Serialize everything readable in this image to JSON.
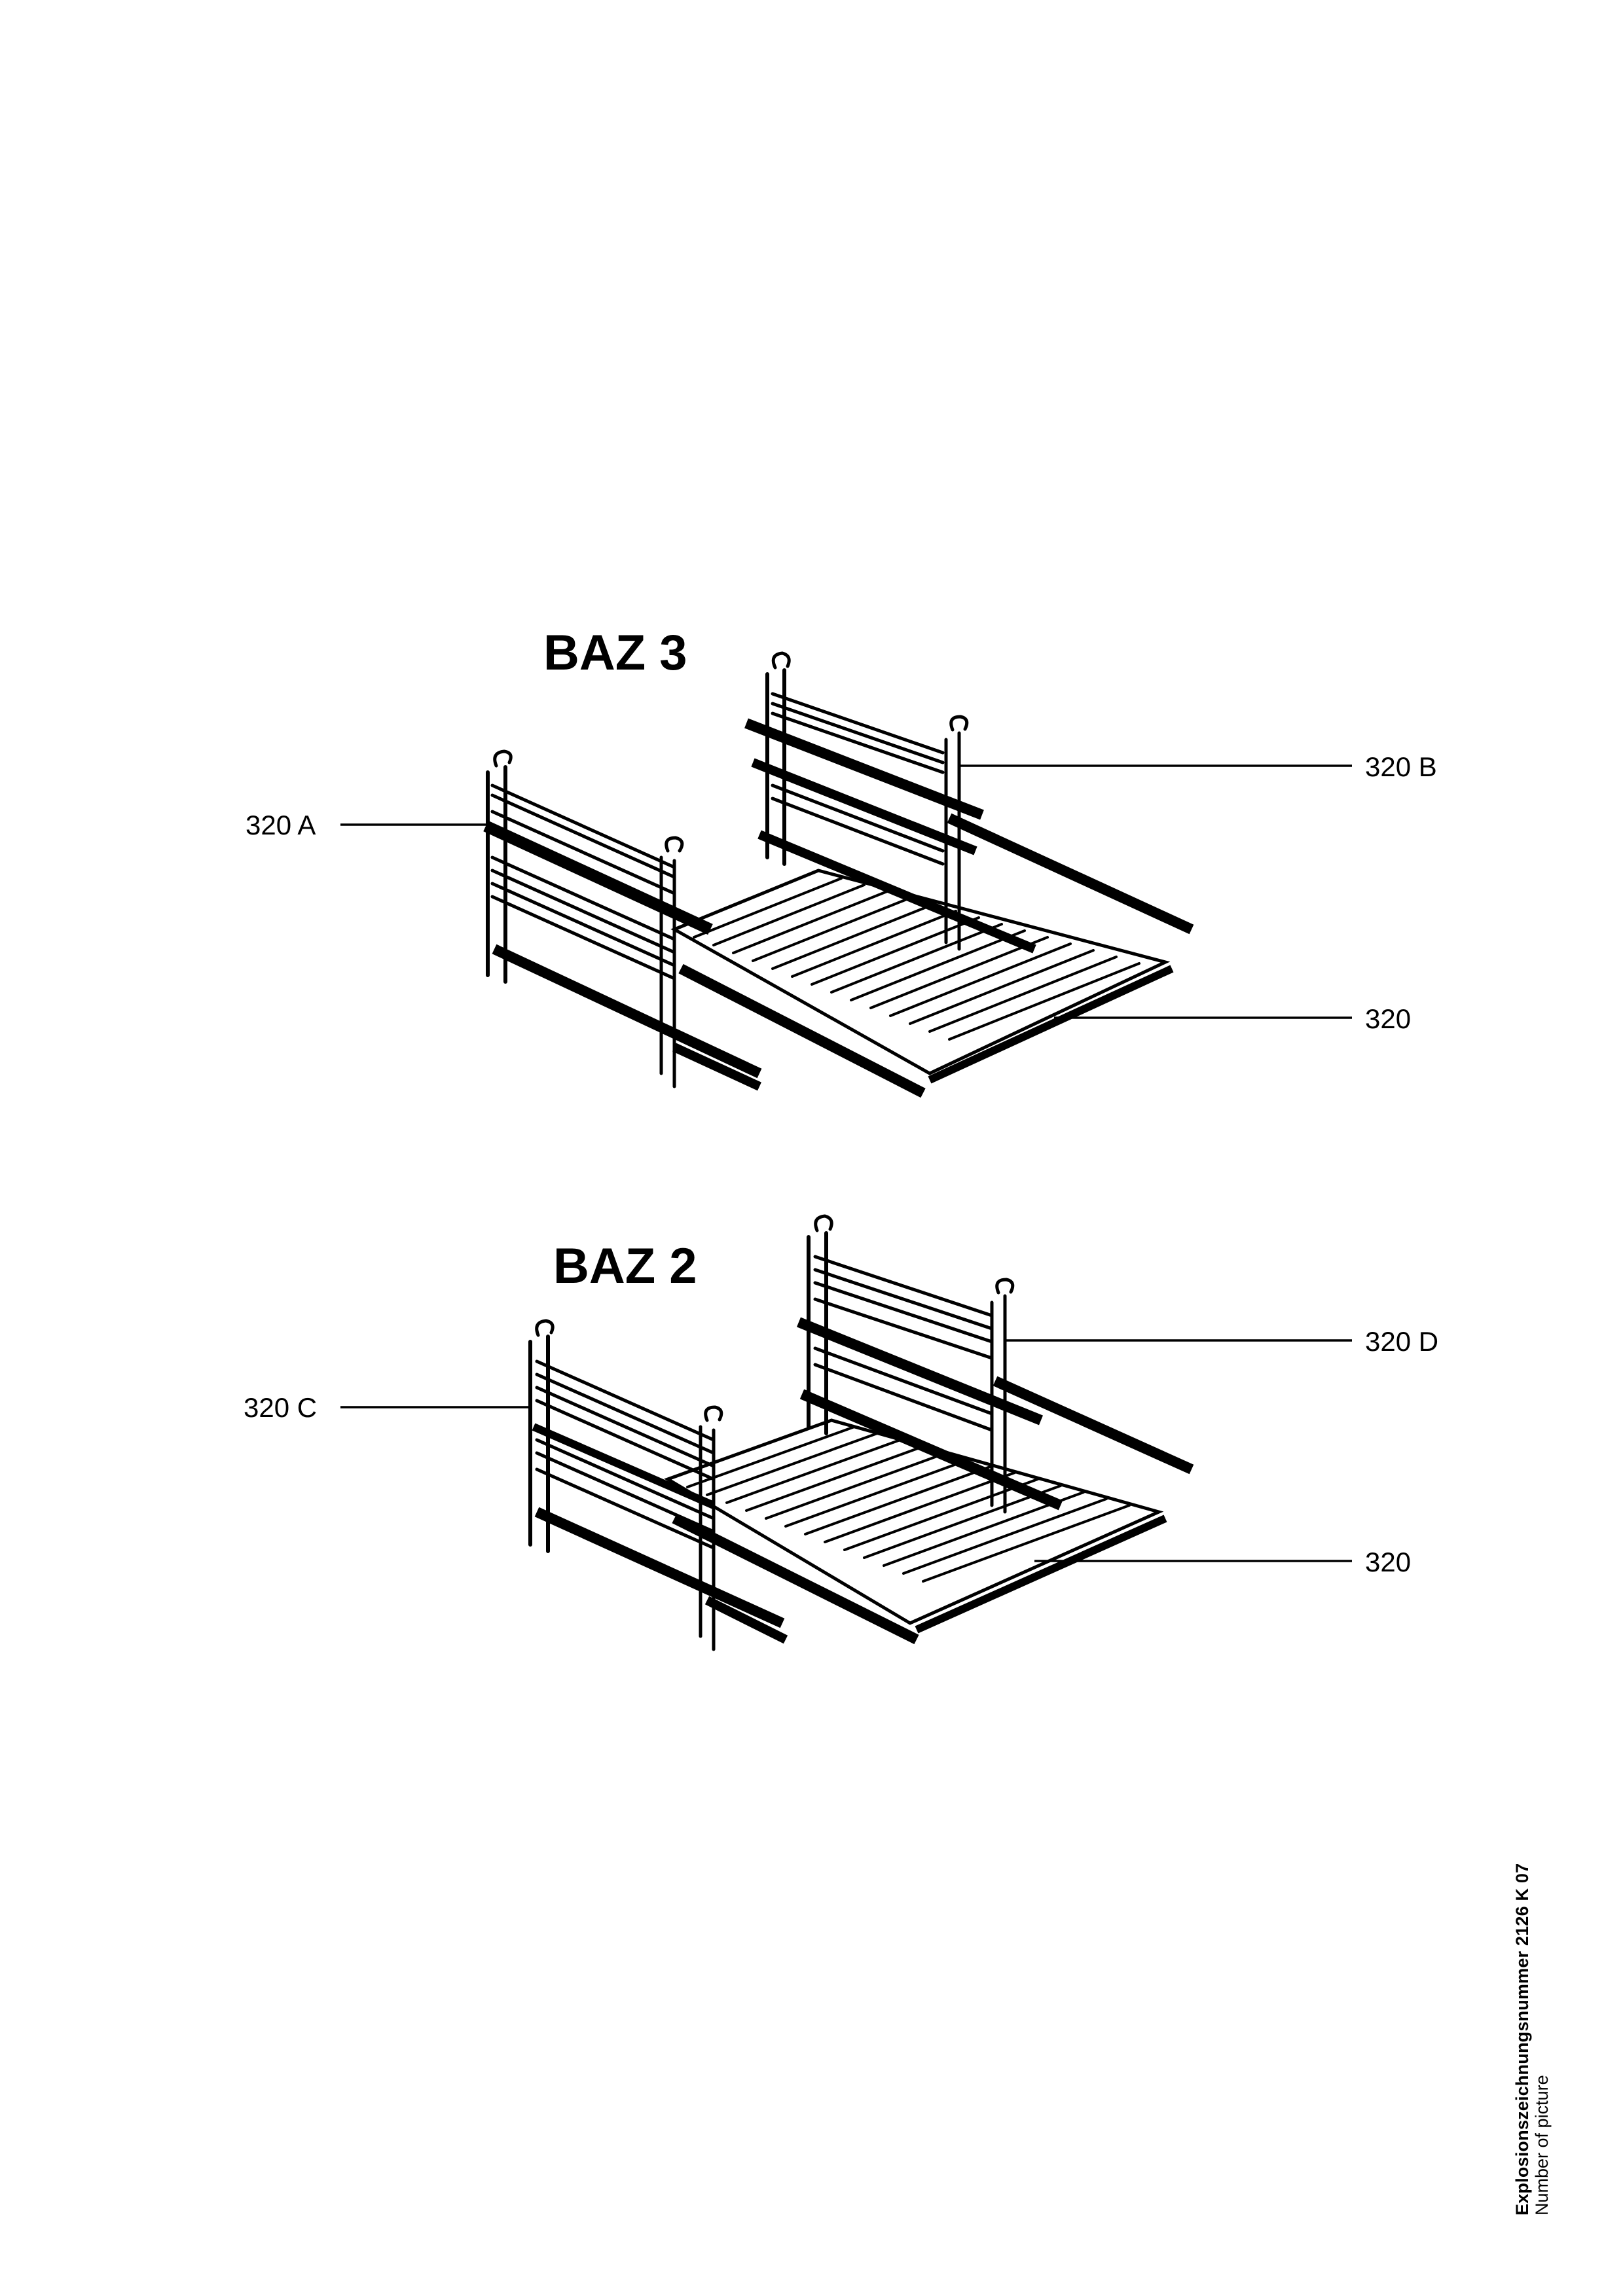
{
  "assemblies": [
    {
      "title": "BAZ 3",
      "callouts": {
        "left": "320 A",
        "right": "320 B",
        "shelf": "320"
      }
    },
    {
      "title": "BAZ 2",
      "callouts": {
        "left": "320 C",
        "right": "320 D",
        "shelf": "320"
      }
    }
  ],
  "caption": {
    "line1": "Explosionszeichnungsnummer  2126  K 07",
    "line2": "Number of picture"
  }
}
